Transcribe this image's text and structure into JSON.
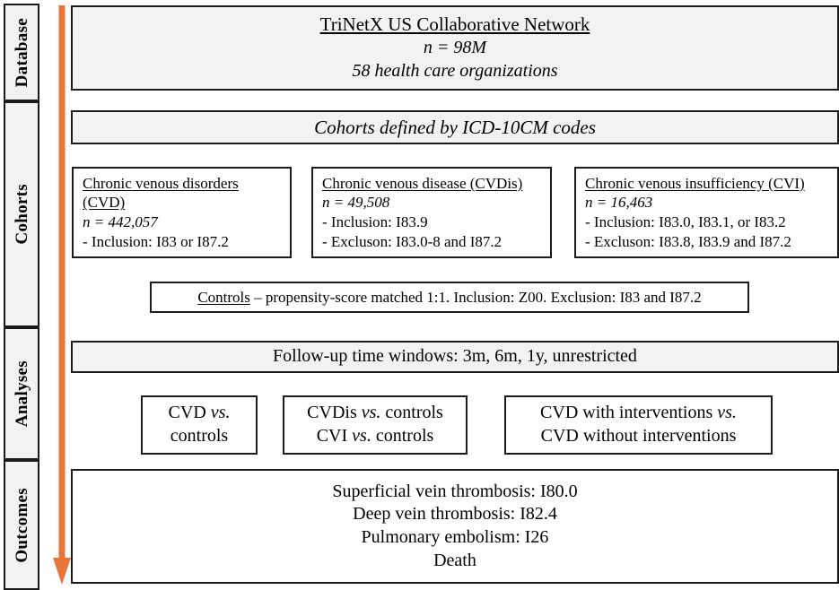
{
  "figure": {
    "title": "TriNetX study flow diagram",
    "accent_color": "#E8763A",
    "shaded_fill": "#F2F2F2",
    "plain_fill": "#FFFFFF",
    "border_color": "#1A1A1A"
  },
  "stages": [
    {
      "label": "Database"
    },
    {
      "label": "Cohorts"
    },
    {
      "label": "Analyses"
    },
    {
      "label": "Outcomes"
    }
  ],
  "database": {
    "title": "TriNetX US Collaborative Network",
    "n": "n = 98M",
    "organizations": "58 health care organizations"
  },
  "cohort_header": {
    "text": "Cohorts defined by ICD-10CM codes"
  },
  "cohorts": [
    {
      "name_line1": "Chronic venous disorders",
      "name_line2": "(CVD)",
      "n": "n = 442,057",
      "criteria": [
        " - Inclusion: I83 or I87.2"
      ]
    },
    {
      "name_line1": "Chronic venous disease (CVDis)",
      "name_line2": "",
      "n": "n = 49,508",
      "criteria": [
        " - Inclusion: I83.9",
        " - Excluson: I83.0-8 and I87.2"
      ]
    },
    {
      "name_line1": "Chronic venous insufficiency (CVI)",
      "name_line2": "",
      "n": "n = 16,463",
      "criteria": [
        " - Inclusion: I83.0, I83.1, or I83.2",
        " - Excluson: I83.8, I83.9 and I87.2"
      ]
    }
  ],
  "controls": {
    "label": "Controls",
    "description": " – propensity-score matched 1:1. Inclusion: Z00. Exclusion: I83 and I87.2"
  },
  "followup": {
    "text": "Follow-up time windows: 3m, 6m, 1y, unrestricted"
  },
  "analyses": [
    {
      "lines": [
        {
          "pre": "CVD ",
          "em": "vs.",
          "post": ""
        },
        {
          "pre": "controls",
          "em": "",
          "post": ""
        }
      ]
    },
    {
      "lines": [
        {
          "pre": "CVDis ",
          "em": "vs.",
          "post": " controls"
        },
        {
          "pre": "CVI ",
          "em": "vs.",
          "post": " controls"
        }
      ]
    },
    {
      "lines": [
        {
          "pre": "CVD with interventions ",
          "em": "vs.",
          "post": ""
        },
        {
          "pre": "CVD without interventions",
          "em": "",
          "post": ""
        }
      ]
    }
  ],
  "outcomes": [
    "Superficial vein thrombosis: I80.0",
    "Deep vein thrombosis: I82.4",
    "Pulmonary embolism: I26",
    "Death"
  ]
}
